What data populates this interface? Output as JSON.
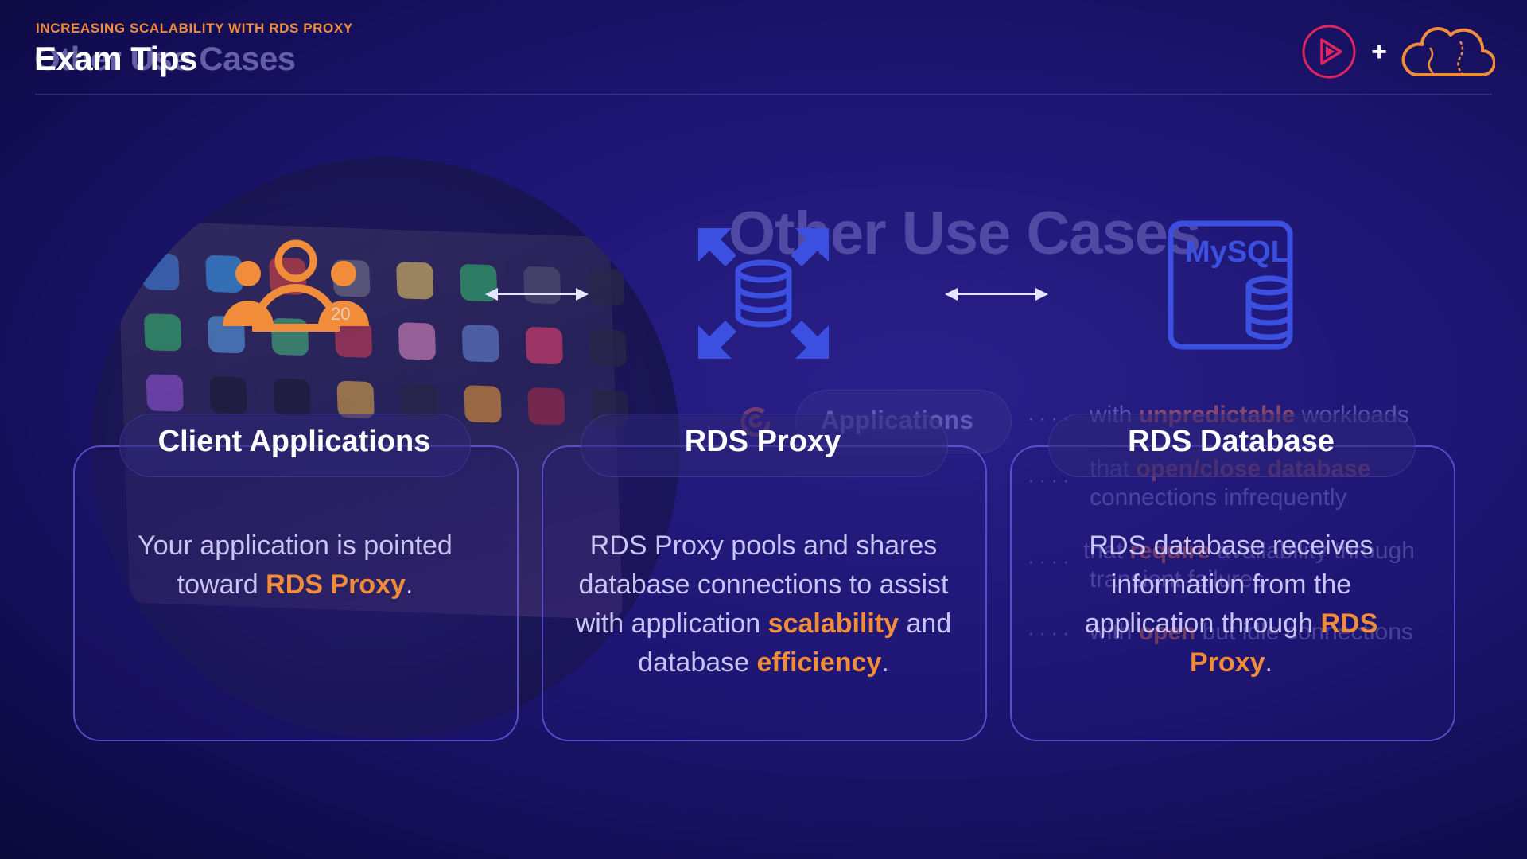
{
  "header": {
    "eyebrow": "INCREASING SCALABILITY WITH RDS PROXY",
    "title": "Exam Tips",
    "title_ghost": "Other Use Cases"
  },
  "ghost_slide": {
    "heading": "Other Use Cases",
    "pill_label": "Applications",
    "lines": [
      {
        "pre": "with ",
        "hl": "unpredictable",
        "post": " workloads"
      },
      {
        "pre": "that ",
        "hl": "open/close database",
        "post": ""
      },
      {
        "pre": "connections infrequently",
        "hl": "",
        "post": ""
      },
      {
        "pre": "that ",
        "hl": "require",
        "post": " availability through"
      },
      {
        "pre": "transient failures",
        "hl": "",
        "post": ""
      },
      {
        "pre": "with ",
        "hl": "open",
        "post": " but idle connections"
      }
    ]
  },
  "icons": {
    "users": "users-group-icon",
    "proxy": "rds-proxy-icon",
    "mysql": "mysql-database-icon",
    "play": "play-logo-icon",
    "cloud": "cloud-logo-icon",
    "mysql_label": "MySQL",
    "calendar_day": "20"
  },
  "cards": [
    {
      "title": "Client Applications",
      "body_pre": "Your application is pointed toward ",
      "body_hl": "RDS Proxy",
      "body_post": "."
    },
    {
      "title": "RDS Proxy",
      "body_pre": "RDS Proxy pools and shares database connections to assist with application ",
      "body_hl": "scalability",
      "body_mid": " and  database ",
      "body_hl2": "efficiency",
      "body_post": "."
    },
    {
      "title": "RDS Database",
      "body_pre": "RDS database receives information from the application through ",
      "body_hl": "RDS Proxy",
      "body_post": "."
    }
  ],
  "colors": {
    "accent": "#f08c3a",
    "background": "#1d1673",
    "card_border": "#6e5fe6",
    "icon_blue": "#3b4fe0"
  }
}
